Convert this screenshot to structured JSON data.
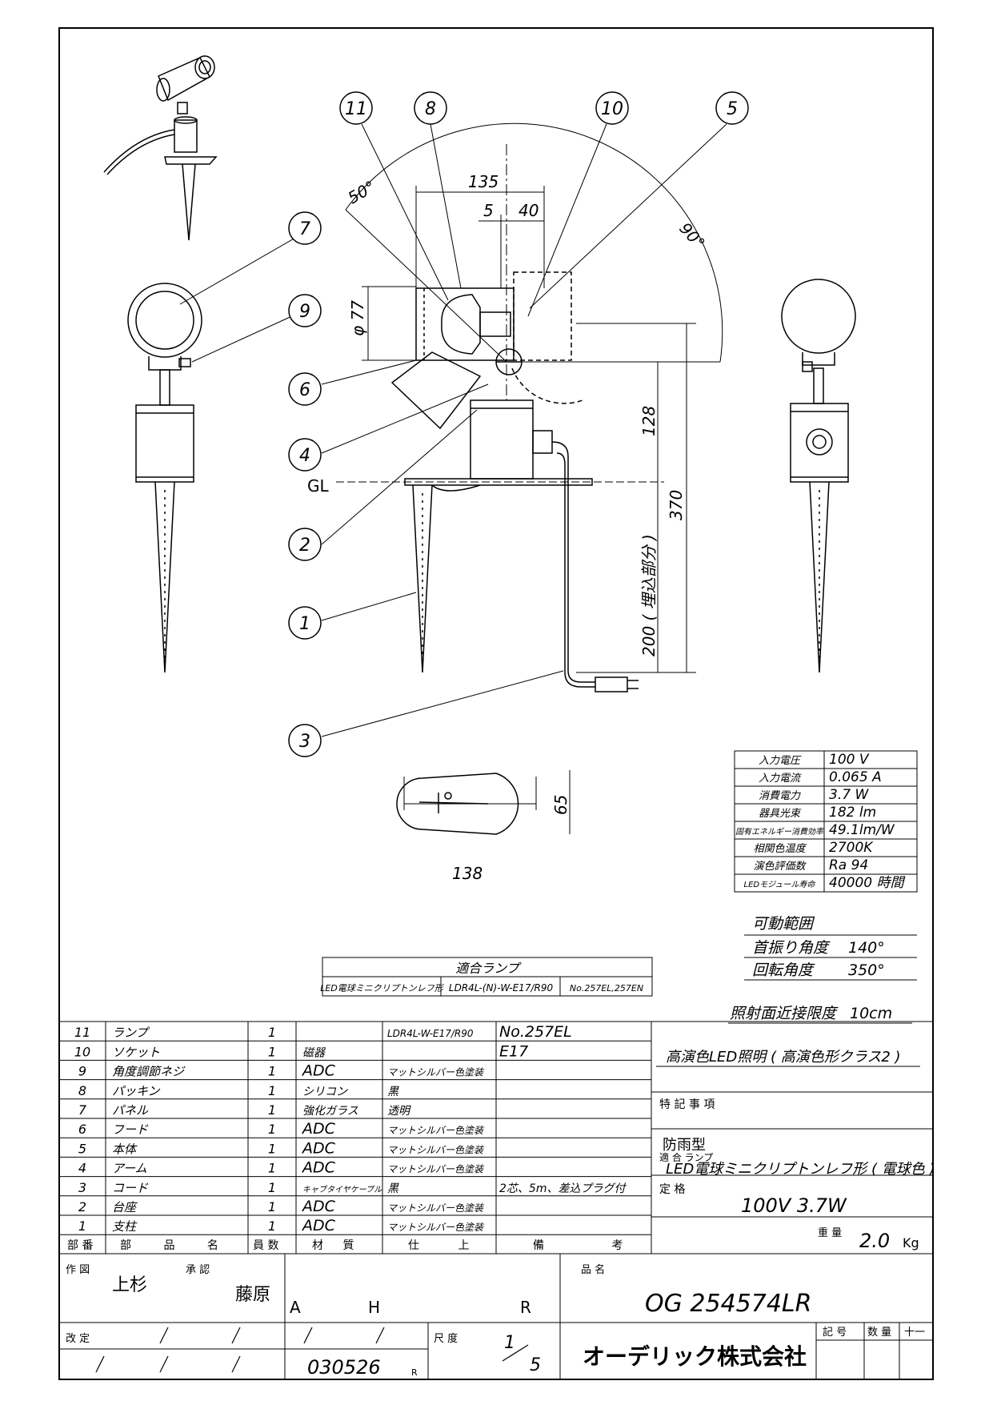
{
  "drawing": {
    "balloons": [
      "11",
      "8",
      "10",
      "5",
      "7",
      "9",
      "6",
      "4",
      "2",
      "1",
      "3"
    ],
    "dims": {
      "d135": "135",
      "d5": "5",
      "d40": "40",
      "phi77": "φ 77",
      "d128": "128",
      "d370": "370",
      "d200": "200 ( 埋込部分 )",
      "d65": "65",
      "d138": "138",
      "ang50": "50°",
      "ang90": "90°",
      "gl": "GL"
    }
  },
  "specs": [
    {
      "label": "入力電圧",
      "value": "100 V"
    },
    {
      "label": "入力電流",
      "value": "0.065 A"
    },
    {
      "label": "消費電力",
      "value": "3.7 W"
    },
    {
      "label": "器具光束",
      "value": "182 lm"
    },
    {
      "label": "固有エネルギー消費効率",
      "value": "49.1lm/W"
    },
    {
      "label": "相関色温度",
      "value": "2700K"
    },
    {
      "label": "演色評価数",
      "value": "Ra 94"
    },
    {
      "label": "LEDモジュール寿命",
      "value": "40000 時間"
    }
  ],
  "range": {
    "title": "可動範囲",
    "tilt_label": "首振り角度",
    "tilt_value": "140°",
    "rot_label": "回転角度",
    "rot_value": "350°",
    "min_dist_label": "照射面近接限度",
    "min_dist_value": "10cm"
  },
  "lamp_table": {
    "title": "適合ランプ",
    "c1": "LED電球ミニクリプトンレフ形",
    "c2": "LDR4L-(N)-W-E17/R90",
    "c3": "No.257EL,257EN"
  },
  "parts": [
    {
      "no": "11",
      "name": "ランプ",
      "qty": "1",
      "mat": "",
      "finish": "LDR4L-W-E17/R90",
      "note": "No.257EL"
    },
    {
      "no": "10",
      "name": "ソケット",
      "qty": "1",
      "mat": "磁器",
      "finish": "",
      "note": "E17"
    },
    {
      "no": "9",
      "name": "角度調節ネジ",
      "qty": "1",
      "mat": "ADC",
      "finish": "マットシルバー色塗装",
      "note": ""
    },
    {
      "no": "8",
      "name": "パッキン",
      "qty": "1",
      "mat": "シリコン",
      "finish": "黒",
      "note": ""
    },
    {
      "no": "7",
      "name": "パネル",
      "qty": "1",
      "mat": "強化ガラス",
      "finish": "透明",
      "note": ""
    },
    {
      "no": "6",
      "name": "フード",
      "qty": "1",
      "mat": "ADC",
      "finish": "マットシルバー色塗装",
      "note": ""
    },
    {
      "no": "5",
      "name": "本体",
      "qty": "1",
      "mat": "ADC",
      "finish": "マットシルバー色塗装",
      "note": ""
    },
    {
      "no": "4",
      "name": "アーム",
      "qty": "1",
      "mat": "ADC",
      "finish": "マットシルバー色塗装",
      "note": ""
    },
    {
      "no": "3",
      "name": "コード",
      "qty": "1",
      "mat": "キャブタイヤケーブル",
      "finish": "黒",
      "note": "2芯、5m、差込プラグ付"
    },
    {
      "no": "2",
      "name": "台座",
      "qty": "1",
      "mat": "ADC",
      "finish": "マットシルバー色塗装",
      "note": ""
    },
    {
      "no": "1",
      "name": "支柱",
      "qty": "1",
      "mat": "ADC",
      "finish": "マットシルバー色塗装",
      "note": ""
    }
  ],
  "parts_header": {
    "no": "部 番",
    "name": "部 品 名",
    "qty": "員 数",
    "mat": "材 質",
    "finish": "仕 上",
    "note": "備 考"
  },
  "notes": {
    "class": "高演色LED照明 ( 高演色形クラス2 )",
    "title": "特 記 事 項",
    "rain": "防雨型",
    "lamp_label": "適 合 ランプ",
    "lamp_value": "LED電球ミニクリプトンレフ形 ( 電球色 )",
    "rating_label": "定 格",
    "rating_value": "100V  3.7W",
    "weight_label": "重 量",
    "weight_value": "2.0",
    "weight_unit": "Kg"
  },
  "title_block": {
    "drawn_label": "作 図",
    "drawn_by": "上杉",
    "approved_label": "承 認",
    "approved_by": "藤原",
    "grades": [
      "A",
      "H",
      "R"
    ],
    "product_label": "品 名",
    "product_no": "OG 254574LR",
    "revision_label": "改 定",
    "scale_label": "尺 度",
    "scale_num": "1",
    "scale_den": "5",
    "date": "030526",
    "date_suffix": "R",
    "company": "オーデリック株式会社",
    "sym_label": "記 号",
    "qty_label": "数 量",
    "qty_value": "十一"
  }
}
